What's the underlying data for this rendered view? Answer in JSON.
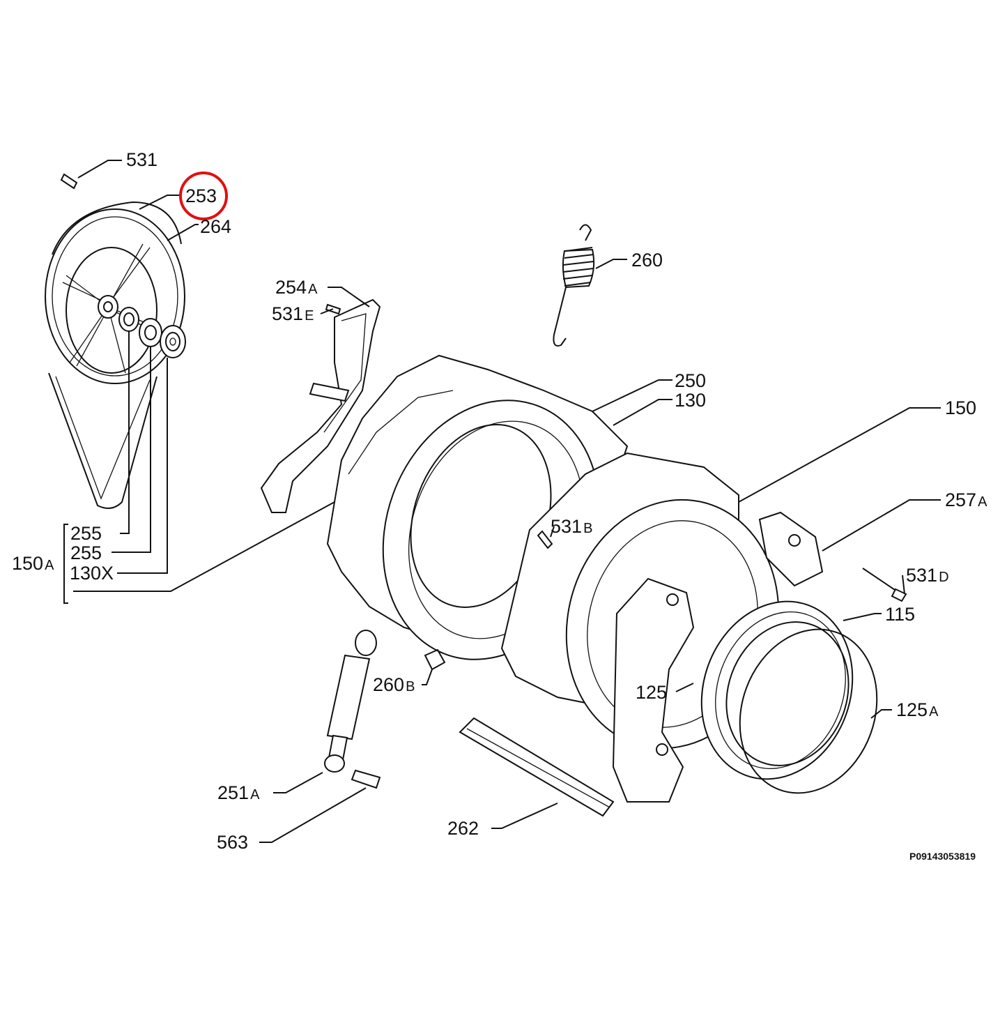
{
  "labels": {
    "p531": "531",
    "p253": "253",
    "p264": "264",
    "p260": "260",
    "p254": "254",
    "p254_suffix": "A",
    "p531E": "531",
    "p531E_suffix": "E",
    "p250": "250",
    "p130": "130",
    "p150": "150",
    "p257": "257",
    "p257_suffix": "A",
    "p531B": "531",
    "p531B_suffix": "B",
    "p531D": "531",
    "p531D_suffix": "D",
    "p115": "115",
    "p125": "125",
    "p125A": "125",
    "p125A_suffix": "A",
    "p260B": "260",
    "p260B_suffix": "B",
    "p251": "251",
    "p251_suffix": "A",
    "p563": "563",
    "p262": "262",
    "p255a": "255",
    "p255b": "255",
    "p130X": "130X",
    "p150A": "150",
    "p150A_suffix": "A"
  },
  "drawing_code": "P09143053819",
  "highlight_color": "#e01010"
}
